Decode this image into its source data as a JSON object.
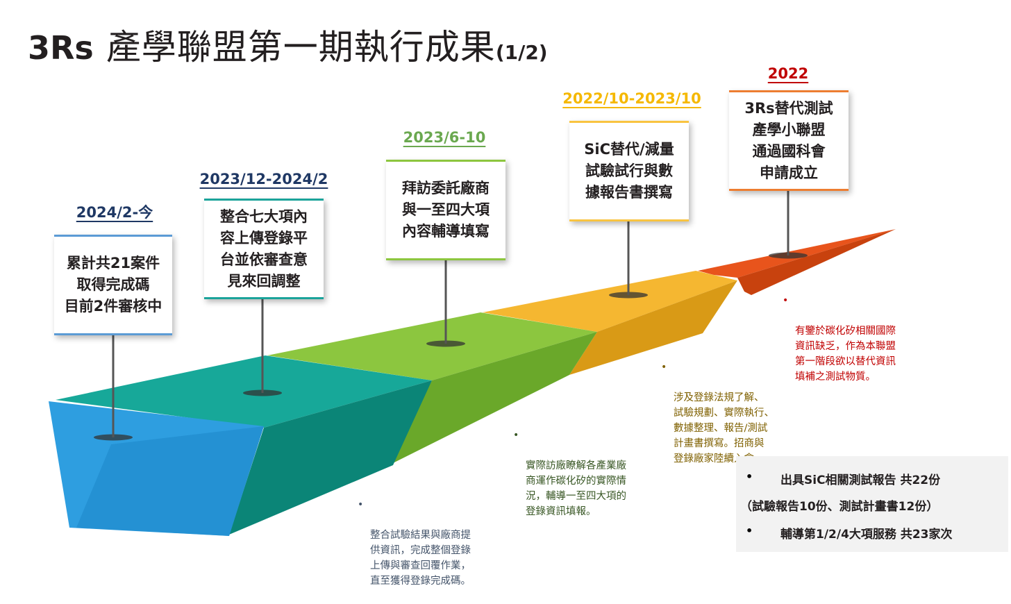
{
  "title": {
    "prefix": "3Rs",
    "main": "產學聯盟第一期執行成果",
    "suffix": "(1/2)"
  },
  "milestones": [
    {
      "date": "2024/2-今",
      "date_color": "#1f3864",
      "border": "#5b9bd5",
      "text": "累計共21案件\n取得完成碼\n目前2件審核中"
    },
    {
      "date": "2023/12-2024/2",
      "date_color": "#1f3864",
      "border": "#1aa39a",
      "text": "整合七大項內\n容上傳登錄平\n台並依審查意\n見來回調整"
    },
    {
      "date": "2023/6-10",
      "date_color": "#6aa84f",
      "border": "#8dc63f",
      "text": "拜訪委託廠商\n與一至四大項\n內容輔導填寫"
    },
    {
      "date": "2022/10-2023/10",
      "date_color": "#f5b800",
      "border": "#f9c440",
      "text": "SiC替代/減量\n試驗試行與數\n據報告書撰寫"
    },
    {
      "date": "2022",
      "date_color": "#c00000",
      "border": "#ed7d31",
      "text": "3Rs替代測試\n產學小聯盟\n通過國科會\n申請成立"
    }
  ],
  "notes": [
    {
      "bullet": "•",
      "color": "#44546a",
      "text": "整合試驗結果與廠商提\n供資訊，完成整個登錄\n上傳與審查回覆作業，\n直至獲得登錄完成碼。"
    },
    {
      "bullet": "•",
      "color": "#375623",
      "text": "實際訪廠瞭解各產業廠\n商運作碳化矽的實際情\n況，輔導一至四大項的\n登錄資訊填報。"
    },
    {
      "bullet": "•",
      "color": "#7f6000",
      "text": "涉及登錄法規了解、\n試驗規劃、實際執行、\n數據整理、報告/測試\n計畫書撰寫。招商與\n登錄廠家陸續入會。"
    },
    {
      "bullet": "•",
      "color": "#c00000",
      "text": "有鑒於碳化矽相關國際\n資訊缺乏，作為本聯盟\n第一階段欲以替代資訊\n填補之測試物質。"
    }
  ],
  "summary": {
    "line1_bullet": "•",
    "line1": "出具SiC相關測試報告 共22份",
    "line2": "（試驗報告10份、測試計畫書12份）",
    "line3_bullet": "•",
    "line3": "輔導第1/2/4大項服務 共23家次"
  },
  "colors": {
    "blue": "#2e9ee0",
    "teal": "#0e9c8e",
    "green": "#7cbf2a",
    "yellow": "#f2b22a",
    "orange": "#e8541c",
    "stem": "#555555"
  }
}
